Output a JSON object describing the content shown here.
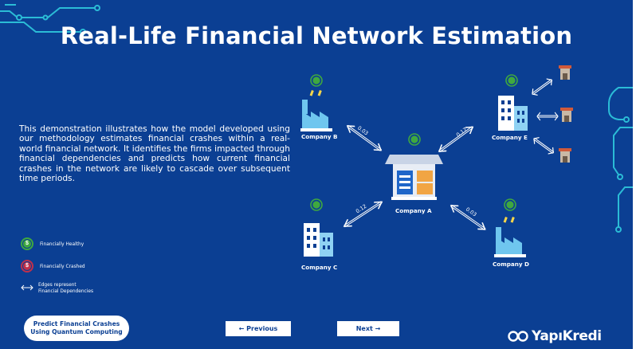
{
  "slide": {
    "title": "Real-Life Financial Network Estimation",
    "description": "This demonstration illustrates how the model developed using our methodology estimates financial crashes within a real-world financial network. It identifies the firms impacted through financial dependencies and predicts how current financial crashes in the network are likely to cascade over subsequent time periods."
  },
  "legend": {
    "healthy": "Financially Healthy",
    "crashed": "Financially Crashed",
    "edges_line1": "Edges represent",
    "edges_line2": "Financial Dependencies",
    "coin_symbol": "$"
  },
  "buttons": {
    "predict_line1": "Predict Financial Crashes",
    "predict_line2": "Using Quantum Computing",
    "previous": "← Previous",
    "next": "Next   →"
  },
  "brand": "YapıKredi",
  "network": {
    "companies": [
      {
        "id": "A",
        "name": "Company A",
        "status": "healthy"
      },
      {
        "id": "B",
        "name": "Company B",
        "status": "healthy"
      },
      {
        "id": "C",
        "name": "Company C",
        "status": "healthy"
      },
      {
        "id": "D",
        "name": "Company D",
        "status": "healthy"
      },
      {
        "id": "E",
        "name": "Company E",
        "status": "healthy"
      }
    ],
    "edges": [
      {
        "from": "B",
        "to": "A",
        "weight": "0.03"
      },
      {
        "from": "E",
        "to": "A",
        "weight": "0.17"
      },
      {
        "from": "C",
        "to": "A",
        "weight": "0.12"
      },
      {
        "from": "D",
        "to": "A",
        "weight": "0.03"
      }
    ]
  },
  "colors": {
    "background": "#0b3f93",
    "healthy": "#3fa83f",
    "crashed": "#c0304b",
    "accent": "#2bbcd6"
  }
}
